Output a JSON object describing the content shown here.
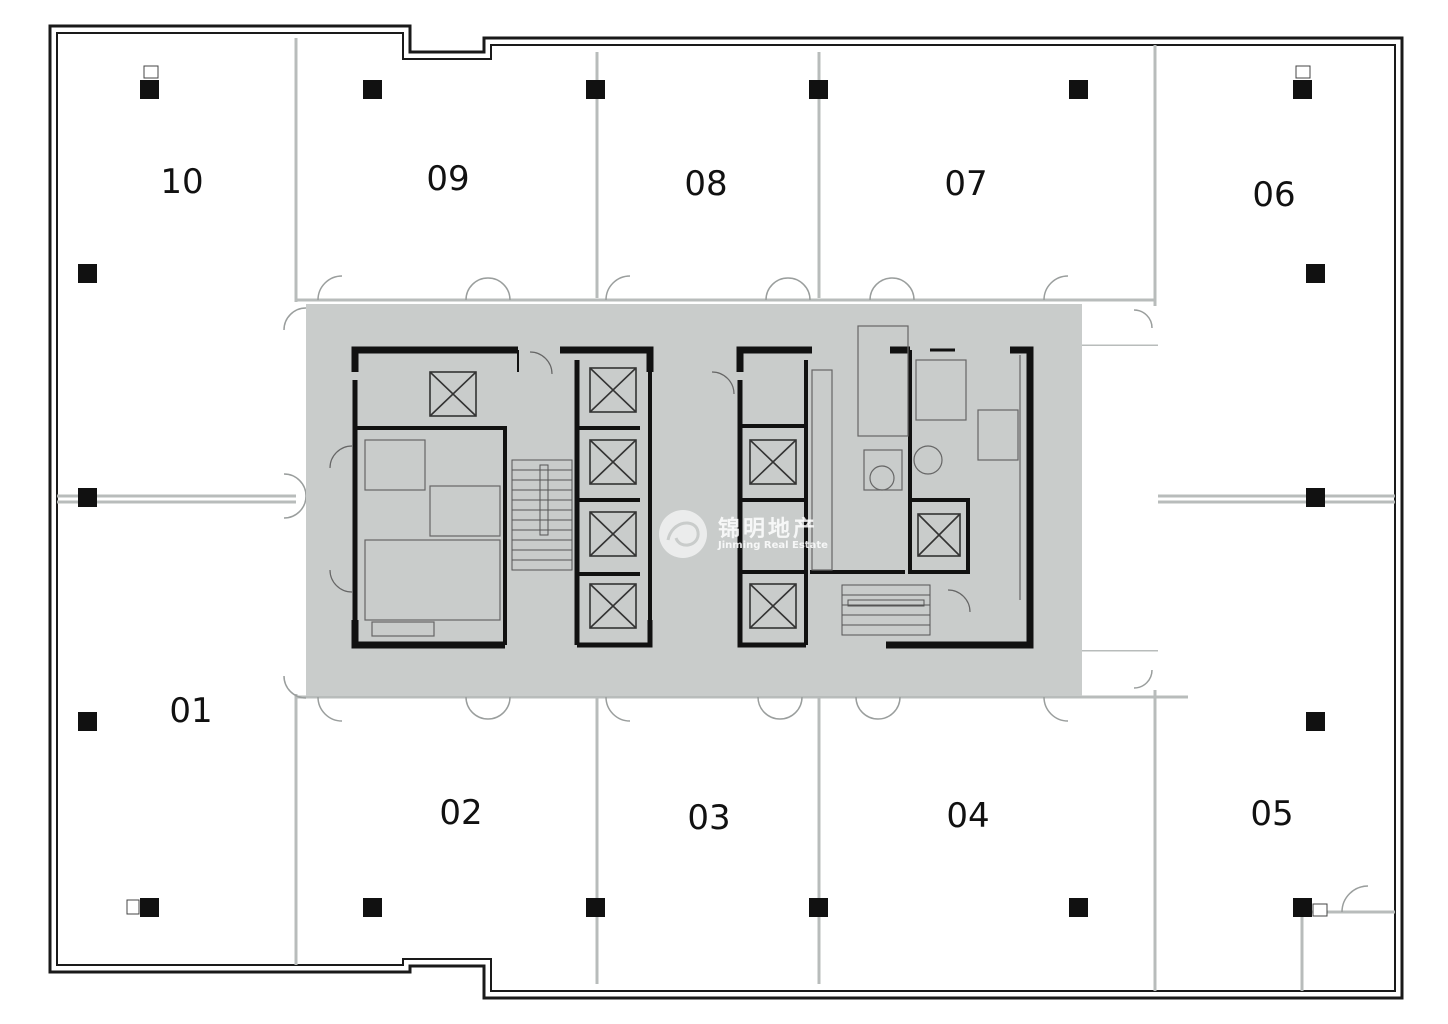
{
  "units": [
    {
      "id": "10",
      "label": "10"
    },
    {
      "id": "09",
      "label": "09"
    },
    {
      "id": "08",
      "label": "08"
    },
    {
      "id": "07",
      "label": "07"
    },
    {
      "id": "06",
      "label": "06"
    },
    {
      "id": "01",
      "label": "01"
    },
    {
      "id": "02",
      "label": "02"
    },
    {
      "id": "03",
      "label": "03"
    },
    {
      "id": "04",
      "label": "04"
    },
    {
      "id": "05",
      "label": "05"
    }
  ],
  "watermark": {
    "cn": "锦明地产",
    "en": "Jinming Real Estate"
  },
  "colors": {
    "core_fill": "#c9cccb",
    "wall": "#1a1a1a",
    "partition": "#b8bcbb",
    "column": "#111111"
  }
}
